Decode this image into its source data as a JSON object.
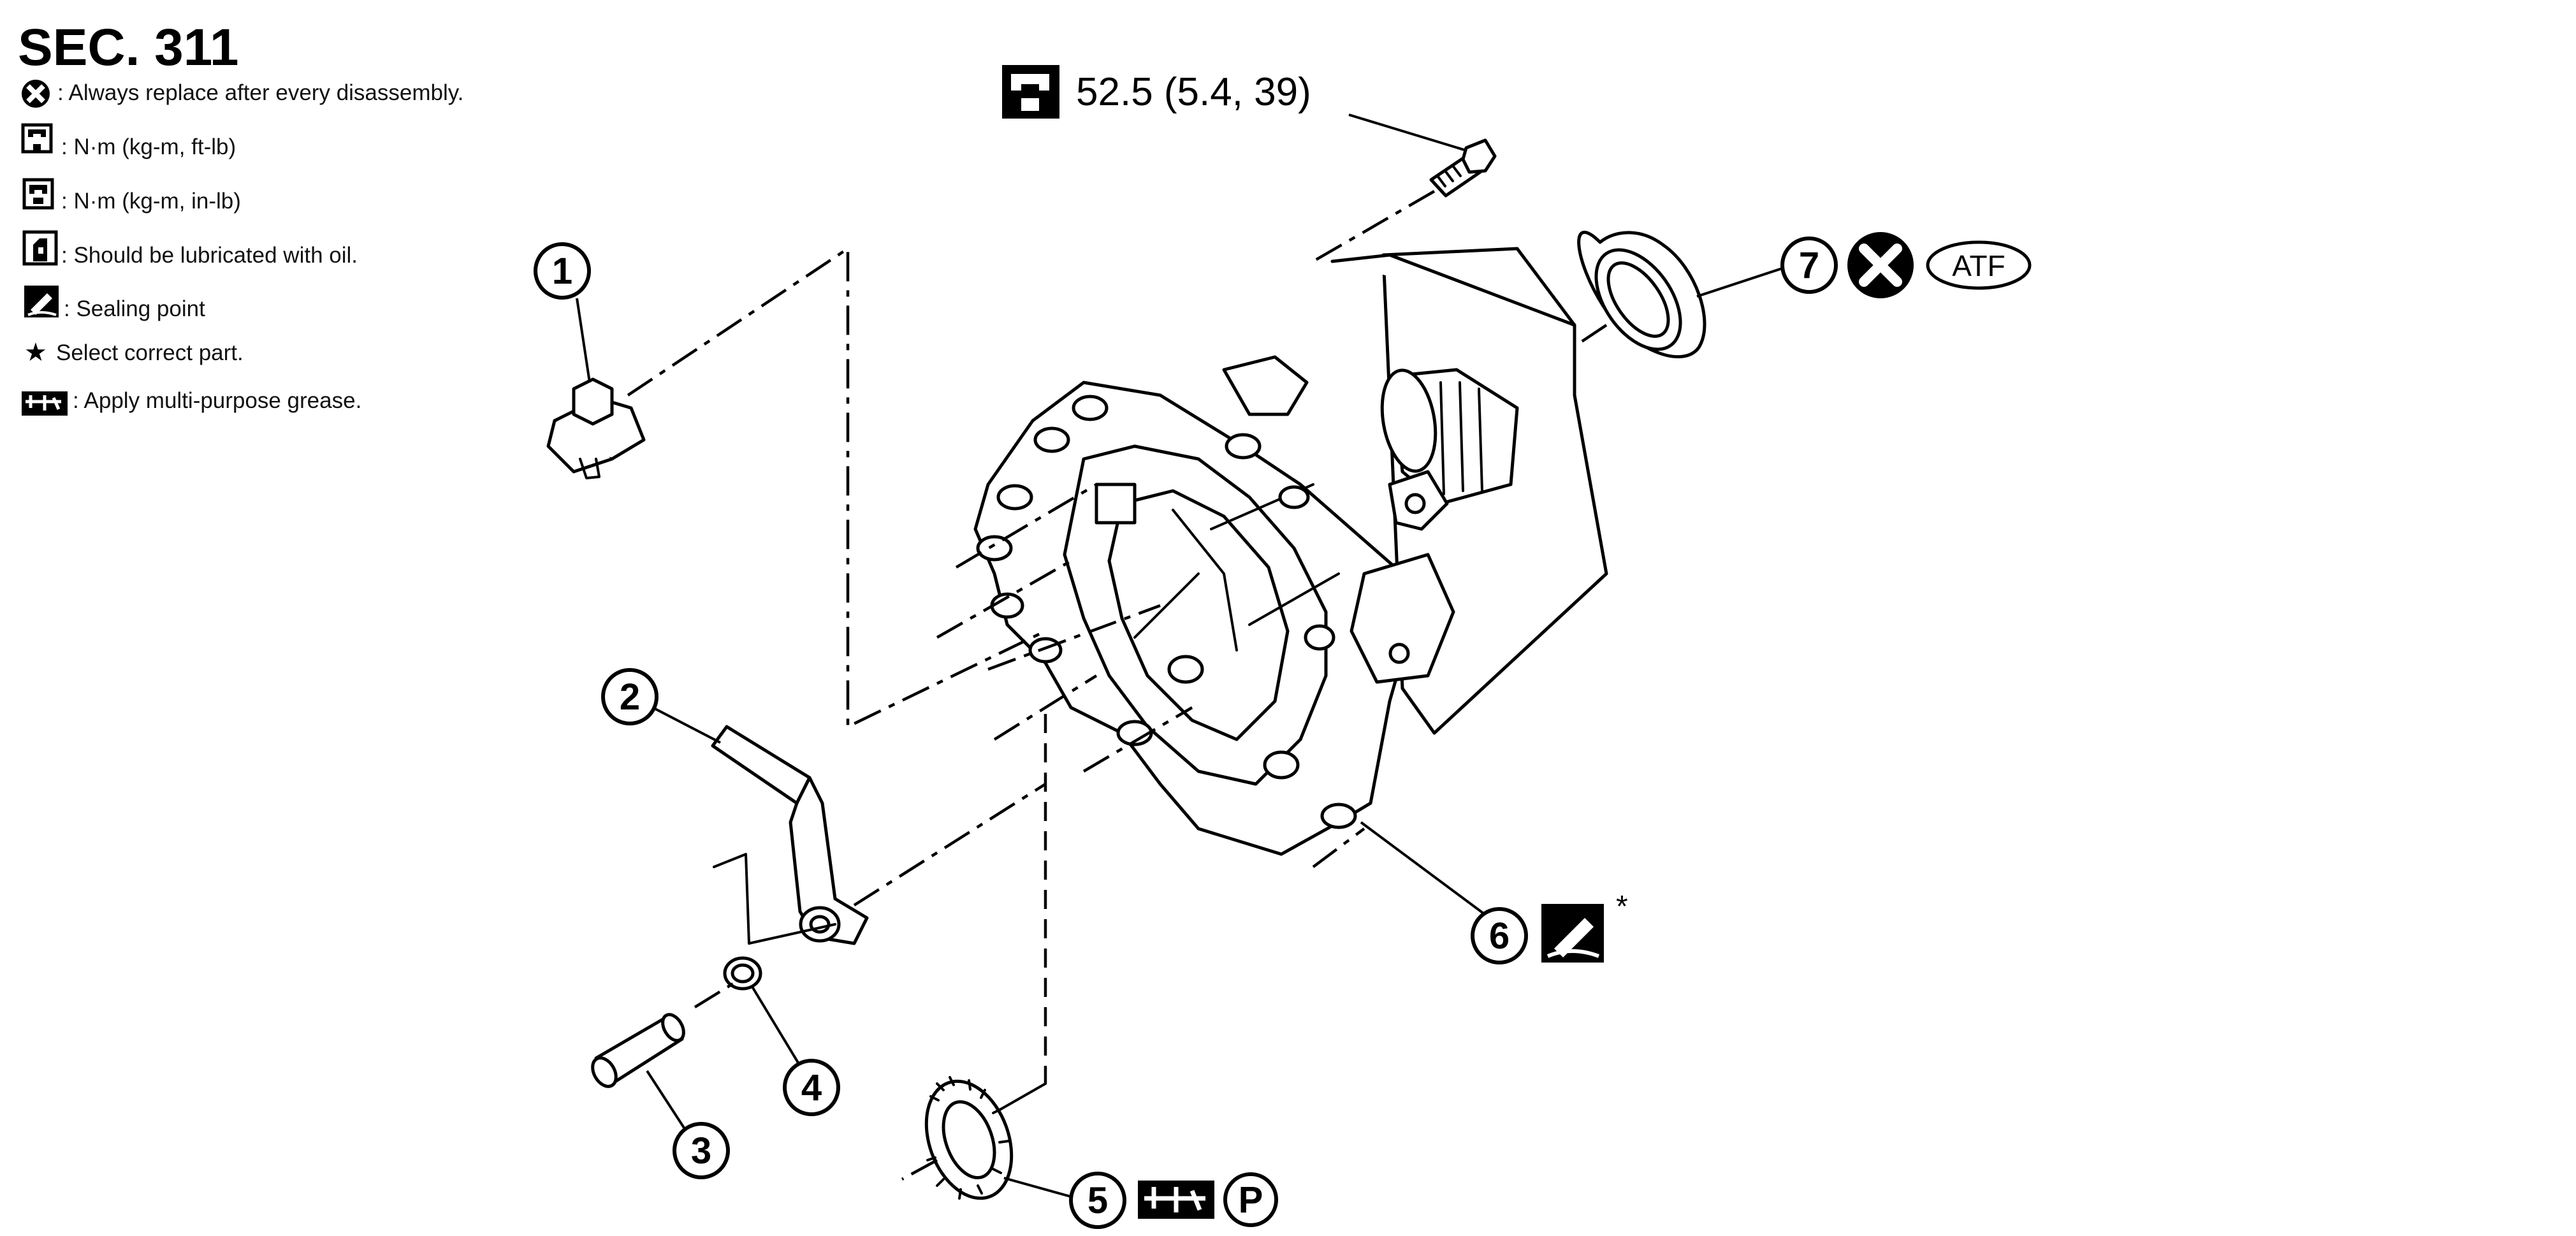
{
  "section": {
    "title": "SEC. 311"
  },
  "legend": [
    {
      "icon": "always-replace-icon",
      "text": ": Always replace after every disassembly."
    },
    {
      "icon": "torque-wrench-icon",
      "text": ": N·m (kg-m, ft-lb)"
    },
    {
      "icon": "torque-wrench-small-icon",
      "text": ": N·m (kg-m, in-lb)"
    },
    {
      "icon": "oil-can-icon",
      "text": ": Should be lubricated with oil."
    },
    {
      "icon": "sealing-point-icon",
      "text": ": Sealing point"
    },
    {
      "icon": "star-icon",
      "text": "Select correct part."
    },
    {
      "icon": "grease-icon",
      "text": ": Apply multi-purpose grease."
    }
  ],
  "torque_spec": {
    "icon": "torque-wrench-icon",
    "text": "52.5 (5.4, 39)"
  },
  "callouts": {
    "c1": "1",
    "c2": "2",
    "c3": "3",
    "c4": "4",
    "c5": "5",
    "c6": "6",
    "c7": "7"
  },
  "markers": {
    "atf": "ATF",
    "petroleum_jelly": "P",
    "select_part": "*"
  },
  "colors": {
    "ink": "#000000",
    "paper": "#ffffff"
  }
}
